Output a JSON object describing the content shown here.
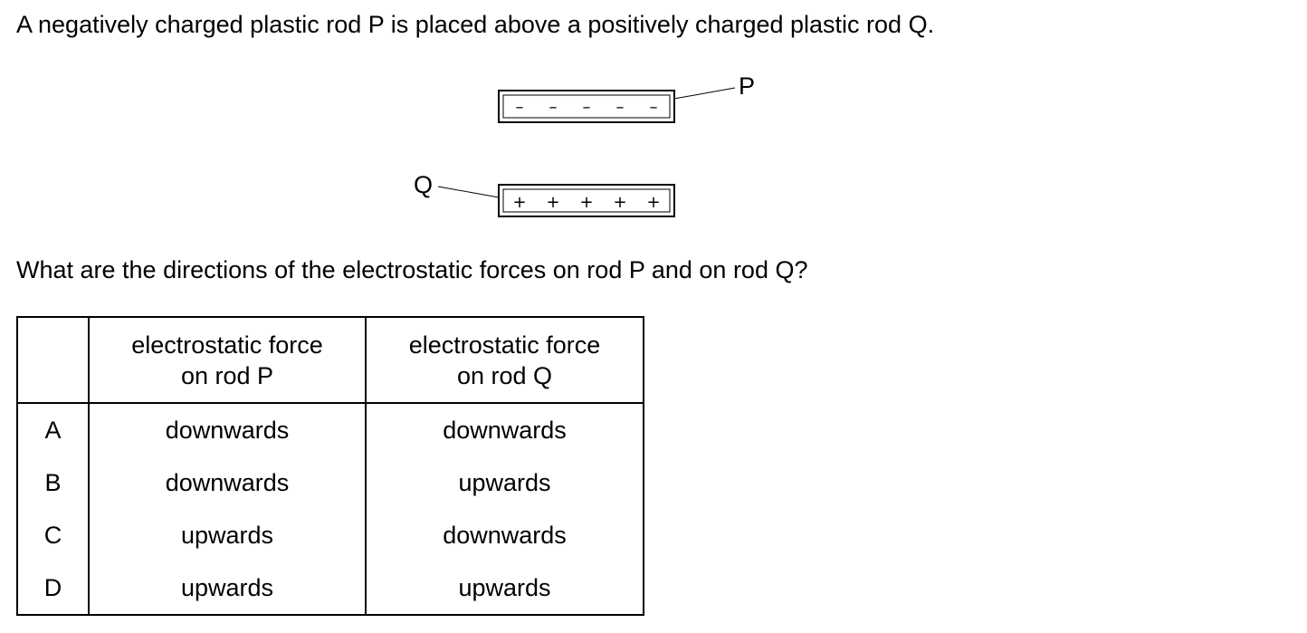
{
  "question": {
    "intro": "A negatively charged plastic rod P is placed above a positively charged plastic rod Q.",
    "ask": "What are the directions of the electrostatic forces on rod P and on rod Q?"
  },
  "diagram": {
    "rod_p": {
      "label": "P",
      "charges": [
        "–",
        "–",
        "–",
        "–",
        "–"
      ]
    },
    "rod_q": {
      "label": "Q",
      "charges": [
        "+",
        "+",
        "+",
        "+",
        "+"
      ]
    }
  },
  "table": {
    "headers": {
      "letter": "",
      "force_p": [
        "electrostatic force",
        "on rod P"
      ],
      "force_q": [
        "electrostatic force",
        "on rod Q"
      ]
    },
    "rows": [
      {
        "letter": "A",
        "force_p": "downwards",
        "force_q": "downwards"
      },
      {
        "letter": "B",
        "force_p": "downwards",
        "force_q": "upwards"
      },
      {
        "letter": "C",
        "force_p": "upwards",
        "force_q": "downwards"
      },
      {
        "letter": "D",
        "force_p": "upwards",
        "force_q": "upwards"
      }
    ]
  }
}
